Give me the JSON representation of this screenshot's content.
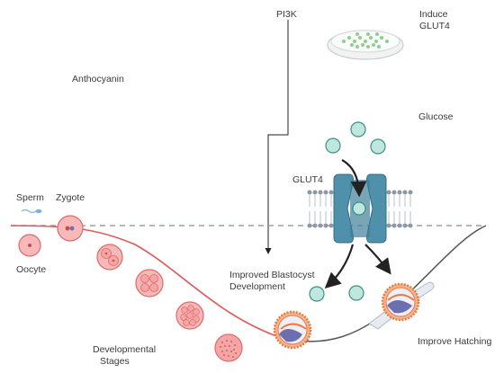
{
  "labels": {
    "pi3k": "PI3K",
    "induce_glut4_line1": "Induce",
    "induce_glut4_line2": "GLUT4",
    "anthocyanin": "Anthocyanin",
    "glucose": "Glucose",
    "glut4": "GLUT4",
    "sperm": "Sperm",
    "zygote": "Zygote",
    "oocyte": "Oocyte",
    "improved_line1": "Improved Blastocyst",
    "improved_line2": "Development",
    "developmental_line1": "Developmental",
    "developmental_line2": "Stages",
    "improve_hatching": "Improve Hatching"
  },
  "colors": {
    "embryo_fill": "#f6b8b8",
    "embryo_stroke": "#e06a6a",
    "curve_red": "#e05a5a",
    "glucose_fill": "#bfe7df",
    "glucose_stroke": "#3d8f80",
    "transporter": "#4f90aa",
    "membrane": "#8d97a8",
    "blastocyst_ring": "#e47b3c",
    "inner_cell_mass": "#6b6fb0",
    "dish_cells": "#8ed08e"
  }
}
